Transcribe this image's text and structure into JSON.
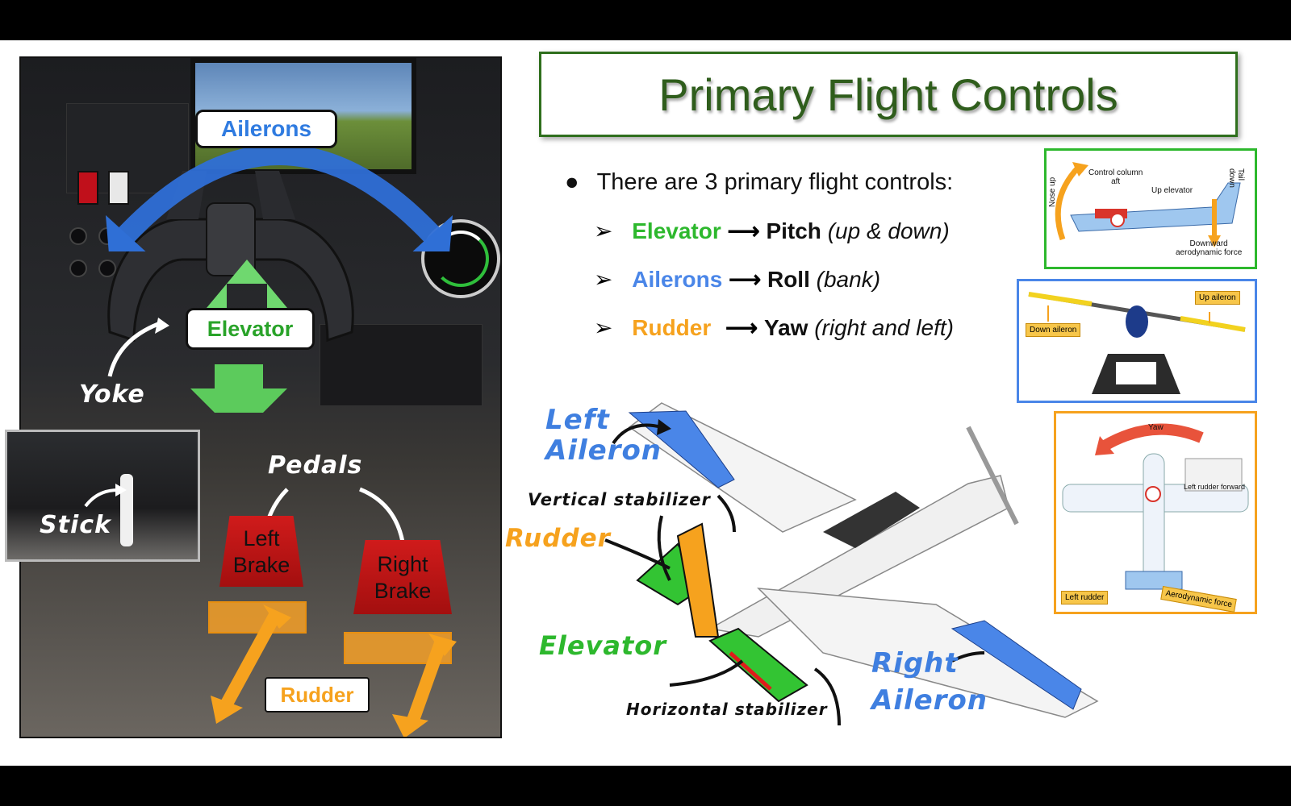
{
  "slide": {
    "title": "Primary Flight Controls",
    "bullet": "There are 3 primary flight controls:",
    "rows": [
      {
        "control": "Elevator",
        "result": "Pitch",
        "detail": "(up & down)",
        "color": "#2db82d"
      },
      {
        "control": "Ailerons",
        "result": "Roll",
        "detail": "(bank)",
        "color": "#4a86e8"
      },
      {
        "control": "Rudder",
        "result": "Yaw",
        "detail": "(right and left)",
        "color": "#f6a21e"
      }
    ],
    "arrow_symbol": "➢"
  },
  "cockpit": {
    "ailerons_label": "Ailerons",
    "elevator_label": "Elevator",
    "yoke_label": "Yoke",
    "stick_label": "Stick",
    "pedals_label": "Pedals",
    "left_brake": [
      "Left",
      "Brake"
    ],
    "right_brake": [
      "Right",
      "Brake"
    ],
    "rudder_label": "Rudder"
  },
  "diagram": {
    "left_aileron": [
      "Left",
      "Aileron"
    ],
    "right_aileron": [
      "Right",
      "Aileron"
    ],
    "vertical_stabilizer": "Vertical stabilizer",
    "horizontal_stabilizer": "Horizontal stabilizer",
    "rudder": "Rudder",
    "elevator": "Elevator"
  },
  "figures": {
    "pitch": {
      "control_column": [
        "Control column",
        "aft"
      ],
      "up_elevator": "Up elevator",
      "nose_up": "Nose up",
      "tail_down": "Tail down",
      "downward": [
        "Downward",
        "aerodynamic force"
      ]
    },
    "roll": {
      "up_aileron": "Up aileron",
      "down_aileron": "Down aileron"
    },
    "yaw": {
      "yaw": "Yaw",
      "left_rudder_forward": "Left rudder forward",
      "left_rudder": "Left rudder",
      "aero_force": "Aerodynamic force"
    }
  },
  "colors": {
    "green": "#2db82d",
    "blue": "#4a86e8",
    "orange": "#f6a21e",
    "title_green": "#2f5d1c"
  }
}
